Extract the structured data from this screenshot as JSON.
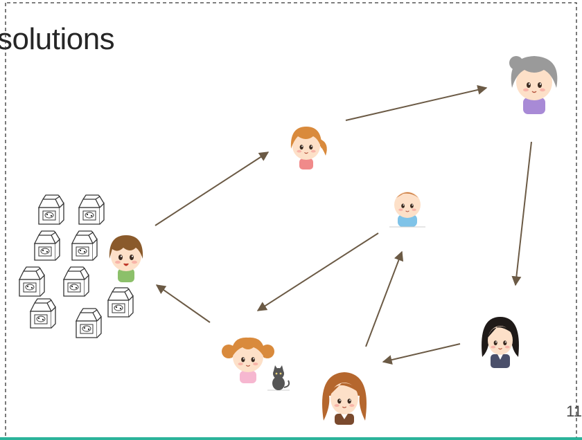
{
  "title": "solutions",
  "page_number": "11",
  "colors": {
    "arrow": "#6b5a45",
    "frame": "#333333",
    "bottom_bar": "#2bb39a"
  },
  "people": [
    "boy",
    "girl",
    "grandmother",
    "baby",
    "woman",
    "schoolgirl",
    "little-girl",
    "cat"
  ],
  "milk_cartons_count": 9
}
